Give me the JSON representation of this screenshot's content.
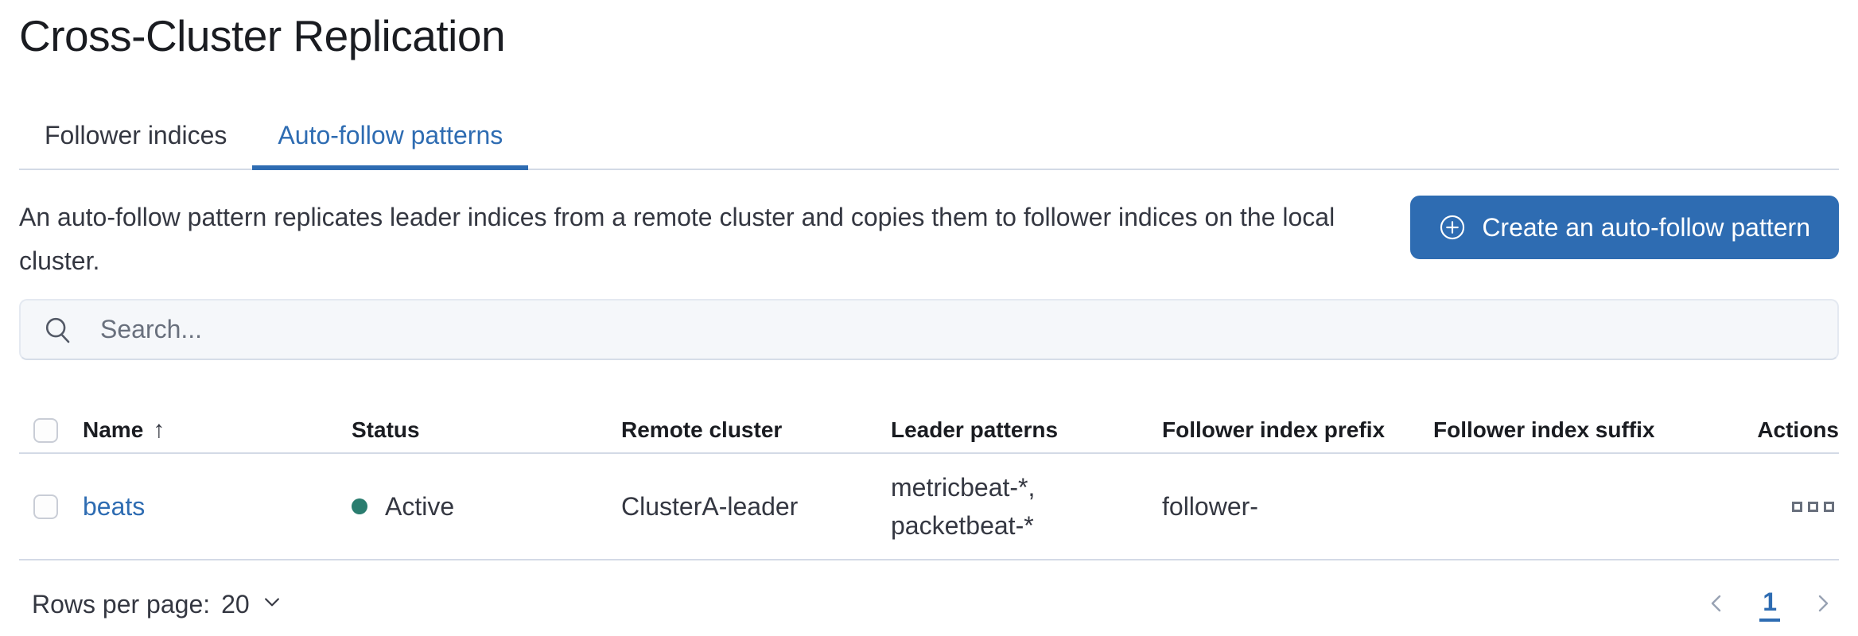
{
  "page": {
    "title": "Cross-Cluster Replication"
  },
  "tabs": [
    {
      "label": "Follower indices"
    },
    {
      "label": "Auto-follow patterns"
    }
  ],
  "active_tab": "Auto-follow patterns",
  "intro": {
    "description": "An auto-follow pattern replicates leader indices from a remote cluster and copies them to follower indices on the local cluster."
  },
  "toolbar": {
    "create_button_label": "Create an auto-follow pattern",
    "create_button_icon": "plus-in-circle-icon"
  },
  "search": {
    "placeholder": "Search...",
    "value": "",
    "icon": "search-icon"
  },
  "table": {
    "columns": [
      "Name",
      "Status",
      "Remote cluster",
      "Leader patterns",
      "Follower index prefix",
      "Follower index suffix",
      "Actions"
    ],
    "sort": {
      "column": "Name",
      "direction": "ascending",
      "arrow": "↑"
    },
    "rows": [
      {
        "name": "beats",
        "status": "Active",
        "remote_cluster": "ClusterA-leader",
        "leader_patterns": "metricbeat-*, packetbeat-*",
        "follower_index_prefix": "follower-",
        "follower_index_suffix": "",
        "actions_icon": "boxes-horizontal-icon"
      }
    ]
  },
  "footer": {
    "rows_per_page_label": "Rows per page:",
    "rows_per_page_value": "20",
    "pagination": {
      "current_page": "1",
      "prev_icon": "chevron-left-icon",
      "next_icon": "chevron-right-icon"
    }
  },
  "colors": {
    "primary_blue": "#2e6cb2",
    "link_blue": "#2e6cb2",
    "status_active_dot": "#2a7d6f",
    "title_text": "#1a1c21",
    "body_text": "#343741",
    "muted_gray": "#69707d",
    "border_gray": "#d3dae6",
    "search_background": "#f5f7fa"
  }
}
